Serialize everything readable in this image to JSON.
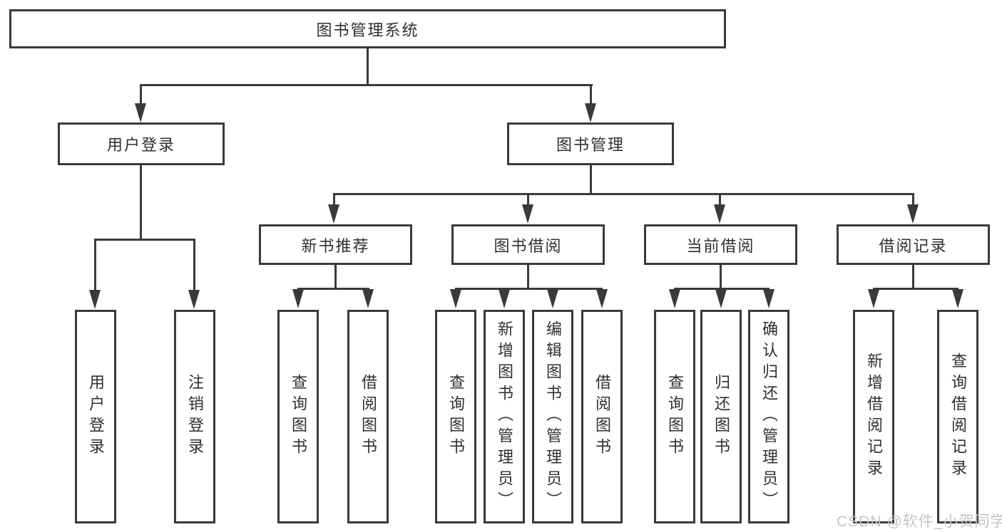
{
  "diagram": {
    "root": {
      "label": "图书管理系统"
    },
    "branches": [
      {
        "label": "用户登录",
        "children": [
          {
            "label": "用户登录"
          },
          {
            "label": "注销登录"
          }
        ]
      },
      {
        "label": "图书管理",
        "children": [
          {
            "label": "新书推荐",
            "children": [
              {
                "label": "查询图书"
              },
              {
                "label": "借阅图书"
              }
            ]
          },
          {
            "label": "图书借阅",
            "children": [
              {
                "label": "查询图书"
              },
              {
                "label": "新增图书（管理员）"
              },
              {
                "label": "编辑图书（管理员）"
              },
              {
                "label": "借阅图书"
              }
            ]
          },
          {
            "label": "当前借阅",
            "children": [
              {
                "label": "查询图书"
              },
              {
                "label": "归还图书"
              },
              {
                "label": "确认归还（管理员）"
              }
            ]
          },
          {
            "label": "借阅记录",
            "children": [
              {
                "label": "新增借阅记录"
              },
              {
                "label": "查询借阅记录"
              }
            ]
          }
        ]
      }
    ]
  },
  "watermark": {
    "text": "CSDN @软件_小贺同学"
  },
  "colors": {
    "line": "#3a3a3a",
    "text": "#2f2f2f",
    "watermark": "#c5c5c5",
    "background": "#ffffff"
  }
}
